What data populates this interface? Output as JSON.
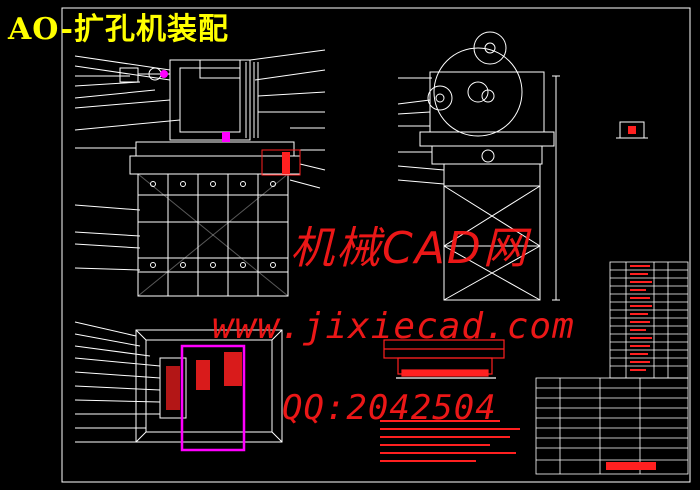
{
  "drawing": {
    "title": "AO-扩孔机装配",
    "colors": {
      "background": "#000000",
      "title": "#ffff00",
      "lines": "#ffffff",
      "magenta": "#ff00ff",
      "red": "#ff2020",
      "watermark": "#ff1a1a"
    }
  },
  "watermark": {
    "line1": "机械CAD网",
    "line2": "www.jixiecad.com",
    "line3": "QQ:2042504"
  }
}
